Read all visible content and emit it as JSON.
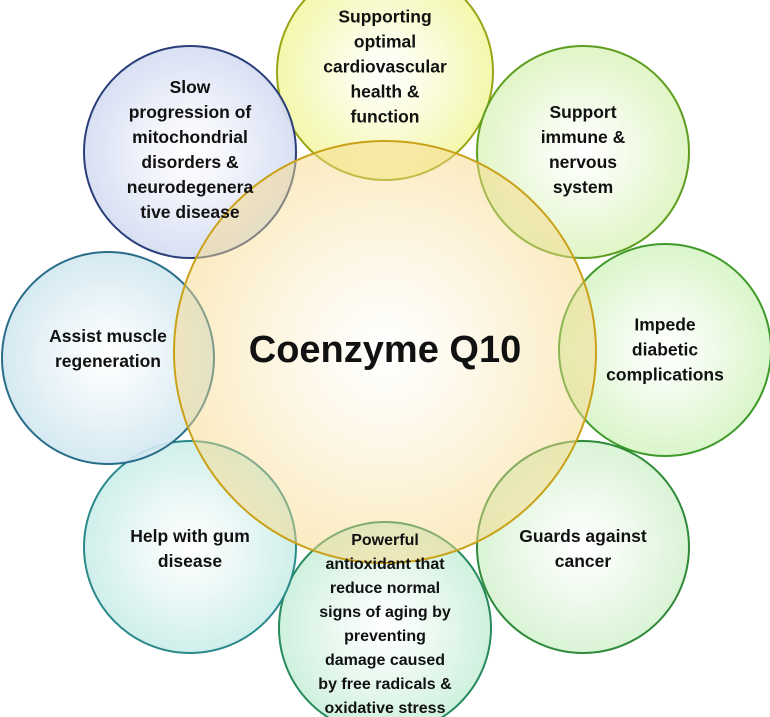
{
  "center": {
    "label": "Coenzyme Q10",
    "fill": "#fdf3dc",
    "stroke": "#c9a21a"
  },
  "satellites": [
    {
      "id": "top",
      "label": "Supporting\noptimal\ncardiovascular\nhealth &\nfunction",
      "fill": "#f3f7a8",
      "stroke": "#9aa516"
    },
    {
      "id": "top-right",
      "label": "Support\nimmune &\nnervous\nsystem",
      "fill": "#dff5c4",
      "stroke": "#5e9e1e"
    },
    {
      "id": "right",
      "label": "Impede\ndiabetic\ncomplications",
      "fill": "#d8f5c8",
      "stroke": "#3f9a2a"
    },
    {
      "id": "bottom-right",
      "label": "Guards against\ncancer",
      "fill": "#d8f3d4",
      "stroke": "#2f8a3a"
    },
    {
      "id": "bottom",
      "label": "Powerful\nantioxidant that\nreduce normal\nsigns of aging by\npreventing\ndamage caused\nby free radicals &\noxidative stress",
      "fill": "#cdf0dd",
      "stroke": "#268a5a"
    },
    {
      "id": "bottom-left",
      "label": "Help with gum\ndisease",
      "fill": "#cdeeea",
      "stroke": "#2a8a8a"
    },
    {
      "id": "left",
      "label": "Assist muscle\nregeneration",
      "fill": "#d3e8f1",
      "stroke": "#2a6d8a"
    },
    {
      "id": "top-left",
      "label": "Slow\nprogression of\nmitochondrial\ndisorders &\nneurodegenera\ntive disease",
      "fill": "#d7def3",
      "stroke": "#2a3f7a"
    }
  ]
}
